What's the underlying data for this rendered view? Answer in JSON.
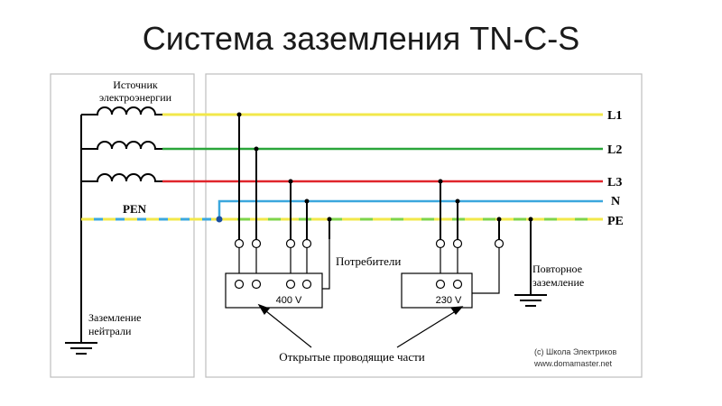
{
  "title": "Система заземления TN-C-S",
  "labels": {
    "source_line1": "Источник",
    "source_line2": "электроэнергии",
    "pen": "PEN",
    "neutral_ground_line1": "Заземление",
    "neutral_ground_line2": "нейтрали",
    "consumers": "Потребители",
    "repeat_ground_line1": "Повторное",
    "repeat_ground_line2": "заземление",
    "open_parts": "Открытые проводящие части"
  },
  "lines": {
    "l1": "L1",
    "l2": "L2",
    "l3": "L3",
    "n": "N",
    "pe": "PE"
  },
  "loads": {
    "three_phase": "400 V",
    "single_phase": "230 V"
  },
  "credits": {
    "line1": "(с) Школа Электриков",
    "line2": "www.domamaster.net"
  },
  "colors": {
    "l1": "#f2e84a",
    "l2": "#2aa63a",
    "l3": "#e0252b",
    "n": "#3ba7dd",
    "pe_yellow": "#f2e84a",
    "pe_green": "#7ed44a"
  }
}
